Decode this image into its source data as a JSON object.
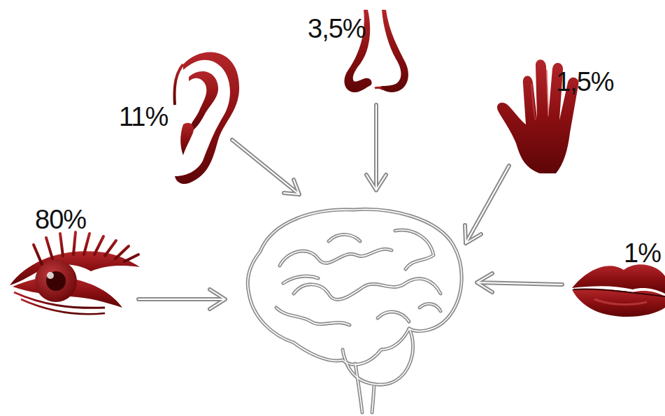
{
  "diagram": {
    "labels": [
      "3,5%",
      "11%",
      "1,5%",
      "80%",
      "1%"
    ]
  }
}
